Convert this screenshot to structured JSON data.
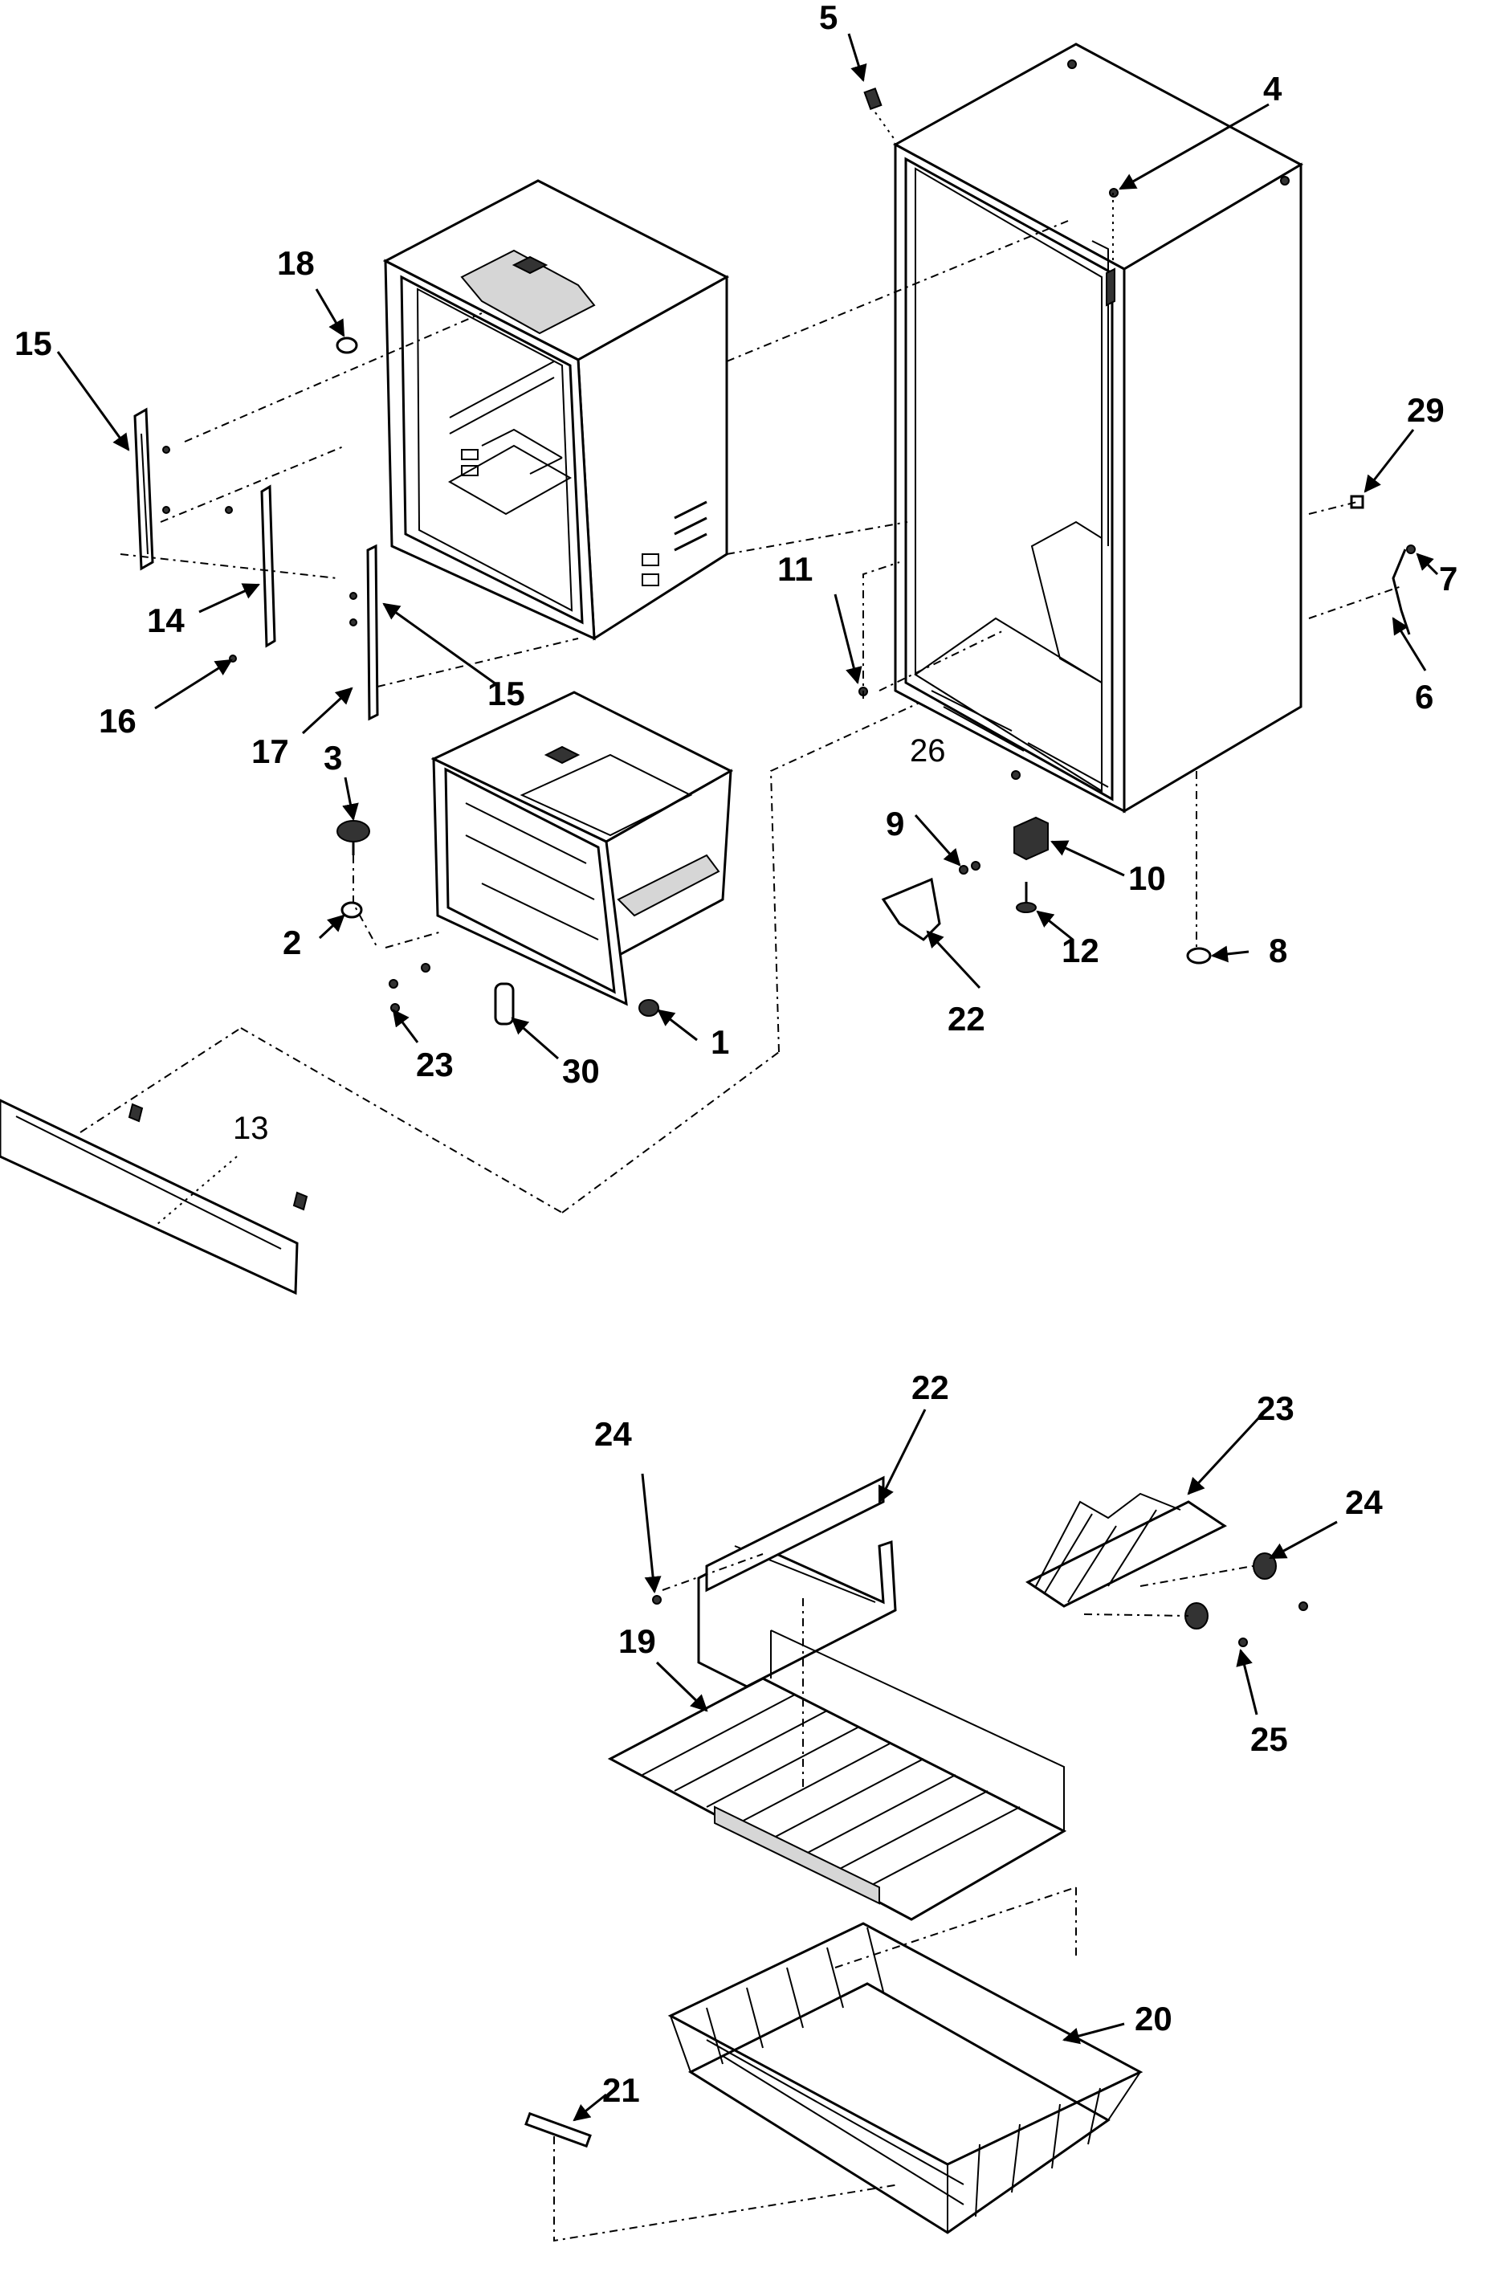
{
  "callouts": {
    "c1": "1",
    "c2": "2",
    "c3": "3",
    "c4": "4",
    "c5": "5",
    "c6": "6",
    "c7": "7",
    "c8": "8",
    "c9": "9",
    "c10": "10",
    "c11": "11",
    "c12": "12",
    "c13": "13",
    "c14": "14",
    "c15a": "15",
    "c15b": "15",
    "c16": "16",
    "c17": "17",
    "c18": "18",
    "c19": "19",
    "c20": "20",
    "c21": "21",
    "c22a": "22",
    "c22b": "22",
    "c23a": "23",
    "c23b": "23",
    "c24a": "24",
    "c24b": "24",
    "c25": "25",
    "c26": "26",
    "c29": "29",
    "c30": "30"
  }
}
